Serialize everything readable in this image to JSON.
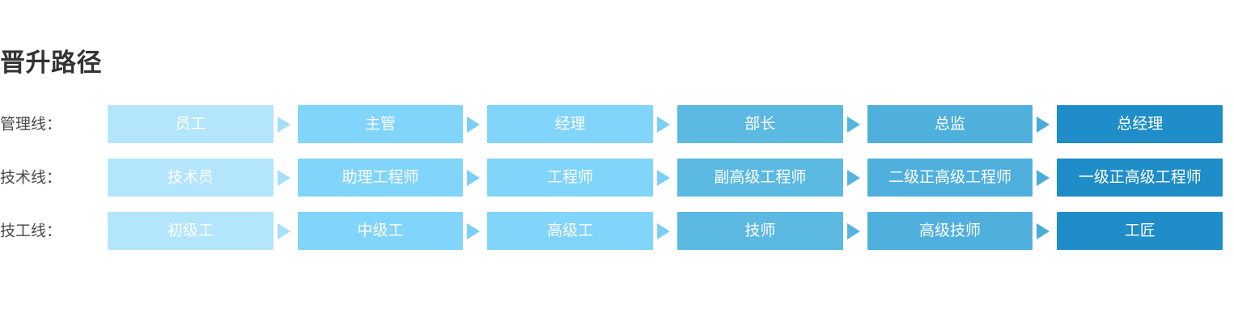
{
  "page": {
    "title": "晋升路径",
    "background": "#ffffff",
    "title_color": "#333333",
    "label_color": "#4a4a4a"
  },
  "palette": {
    "level_colors": [
      "#B3E5FC",
      "#81D4FA",
      "#81D4FA",
      "#5BB9E2",
      "#4FB0DD",
      "#1F8DC7"
    ],
    "arrow_colors": [
      "#A5E0FA",
      "#7ACFF8",
      "#7ACFF8",
      "#55B5E0",
      "#49ADDB",
      "#1F8DC7"
    ],
    "text_color": "#ffffff"
  },
  "tracks": [
    {
      "id": "management-line",
      "label": "管理线：",
      "stages": [
        {
          "label": "员工",
          "level": 1
        },
        {
          "label": "主管",
          "level": 2
        },
        {
          "label": "经理",
          "level": 3
        },
        {
          "label": "部长",
          "level": 4
        },
        {
          "label": "总监",
          "level": 5
        },
        {
          "label": "总经理",
          "level": 6
        }
      ]
    },
    {
      "id": "technical-line",
      "label": "技术线：",
      "stages": [
        {
          "label": "技术员",
          "level": 1
        },
        {
          "label": "助理工程师",
          "level": 2
        },
        {
          "label": "工程师",
          "level": 3
        },
        {
          "label": "副高级工程师",
          "level": 4
        },
        {
          "label": "二级正高级工程师",
          "level": 5
        },
        {
          "label": "一级正高级工程师",
          "level": 6
        }
      ]
    },
    {
      "id": "skilled-worker-line",
      "label": "技工线：",
      "stages": [
        {
          "label": "初级工",
          "level": 1
        },
        {
          "label": "中级工",
          "level": 2
        },
        {
          "label": "高级工",
          "level": 3
        },
        {
          "label": "技师",
          "level": 4
        },
        {
          "label": "高级技师",
          "level": 5
        },
        {
          "label": "工匠",
          "level": 6
        }
      ]
    }
  ]
}
